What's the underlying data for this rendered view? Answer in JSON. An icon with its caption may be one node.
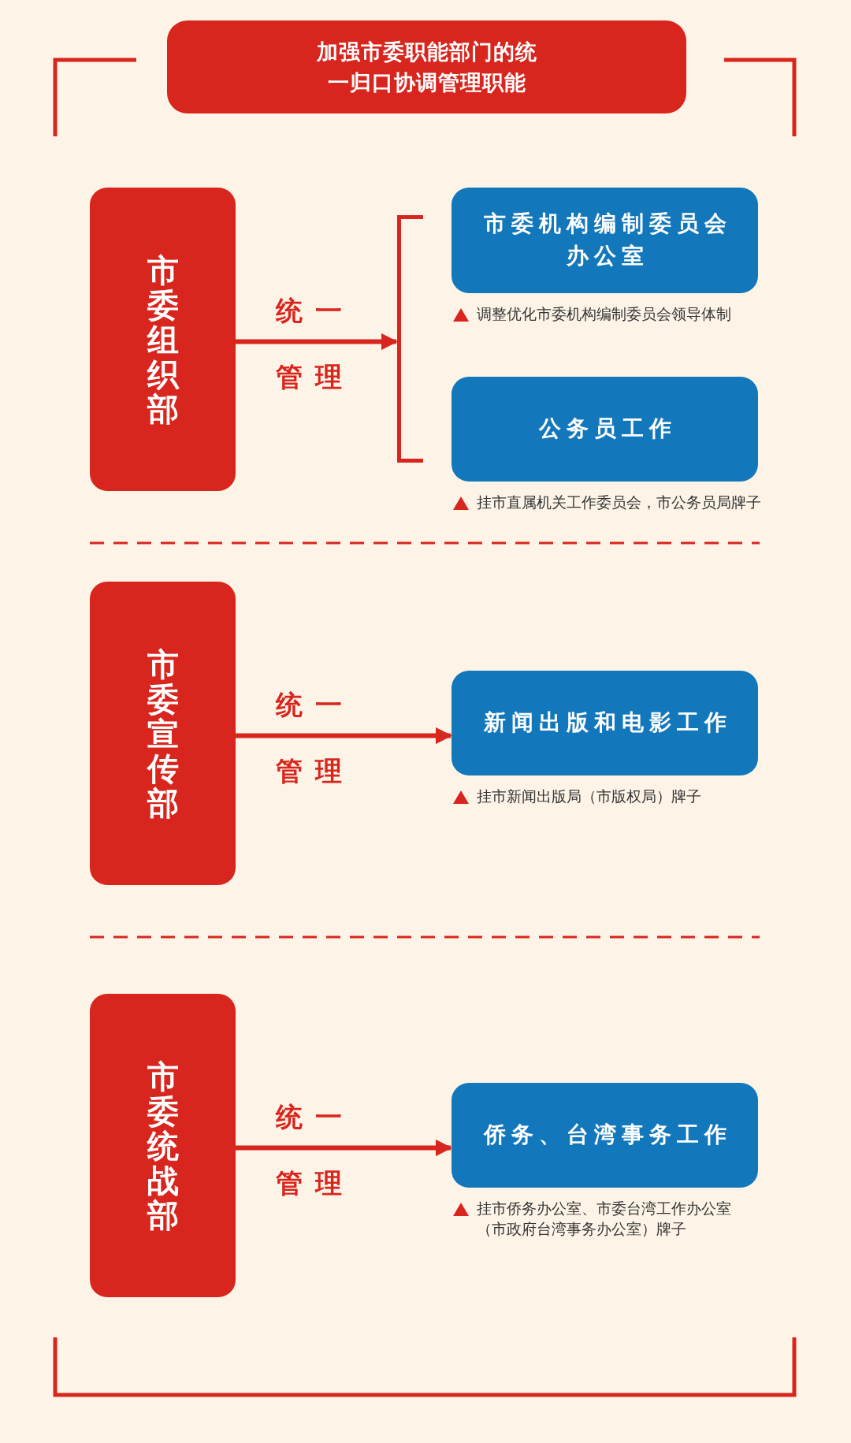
{
  "diagram": {
    "nodes": [
      {
        "text": [
          "加强市委职能部门的统一归口协调管理职能"
        ]
      },
      {
        "text": [
          "市委组织部"
        ]
      },
      {
        "text": [],
        "shape": "bar"
      },
      {
        "text": [
          "市委机构编制委员会办公室"
        ],
        "beside": [
          "调整优化市委机构编制委员会领导体制"
        ]
      },
      {
        "text": [
          "公务员工作"
        ],
        "beside": [
          "挂市直属机关工作委员会，市公务员局牌子"
        ]
      },
      {
        "text": [
          "市委宣传部"
        ]
      },
      {
        "text": [
          "新闻出版和电影工作"
        ],
        "beside": [
          "挂市新闻出版局（市版权局）牌子"
        ]
      },
      {
        "text": [
          "市委统战部"
        ]
      },
      {
        "text": [
          "侨务、台湾事务工作"
        ],
        "beside": [
          "挂市侨务办公室、市委台湾工作办公室（市政府台湾事务办公室）牌子"
        ]
      }
    ],
    "edges": [
      {
        "from": 1,
        "to": 2,
        "arrow": "to",
        "label": "统一管理"
      },
      {
        "from": 5,
        "to": 6,
        "arrow": "to",
        "label": "统一管理"
      },
      {
        "from": 7,
        "to": 8,
        "arrow": "to",
        "label": "统一管理"
      }
    ]
  }
}
